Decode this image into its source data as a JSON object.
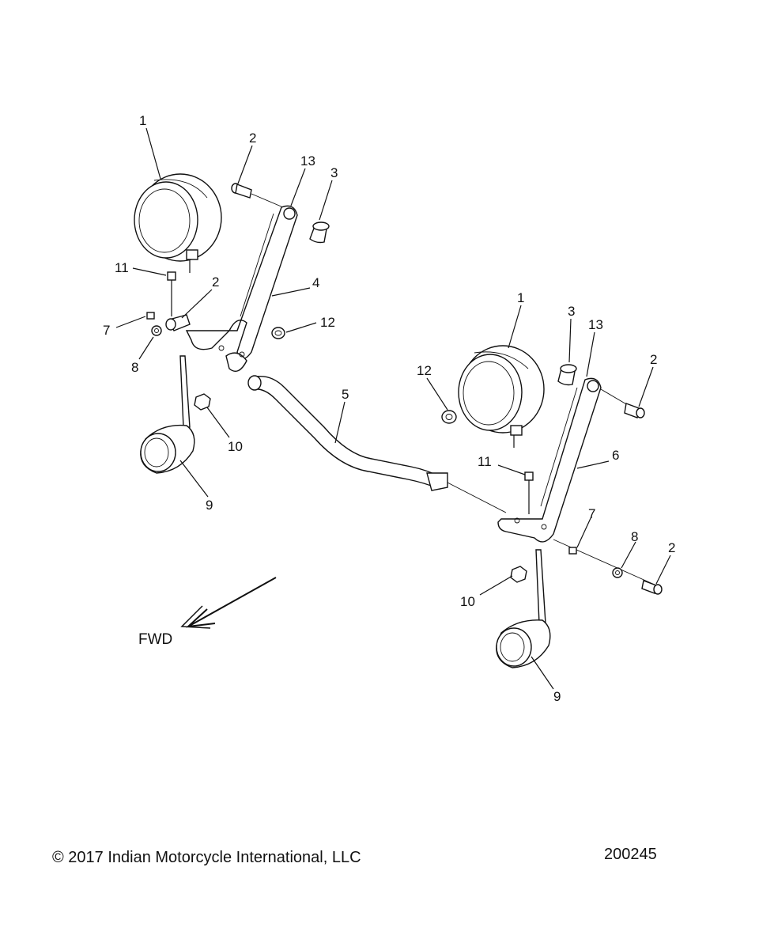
{
  "diagram": {
    "callouts": [
      "1",
      "2",
      "13",
      "3",
      "11",
      "2",
      "4",
      "7",
      "12",
      "8",
      "10",
      "9",
      "1",
      "3",
      "13",
      "2",
      "5",
      "12",
      "11",
      "6",
      "7",
      "8",
      "2",
      "10",
      "9"
    ],
    "direction_label": "FWD"
  },
  "footer": {
    "copyright": "© 2017 Indian Motorcycle International, LLC",
    "figure_number": "200245"
  }
}
